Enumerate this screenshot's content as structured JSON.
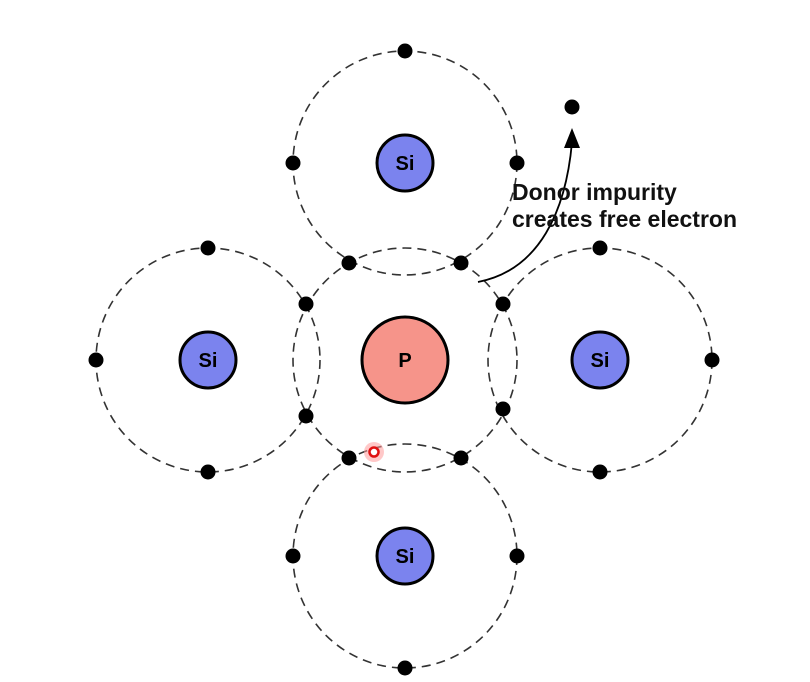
{
  "atoms": {
    "top": {
      "label": "Si"
    },
    "left": {
      "label": "Si"
    },
    "center": {
      "label": "P"
    },
    "right": {
      "label": "Si"
    },
    "bottom": {
      "label": "Si"
    }
  },
  "annotation": {
    "line1": "Donor impurity",
    "line2": "creates free electron"
  },
  "colors": {
    "silicon_nucleus": "#7b83ee",
    "phosphorus_nucleus": "#f6948a",
    "electron": "#000000",
    "cursor_marker": "#e01010"
  }
}
